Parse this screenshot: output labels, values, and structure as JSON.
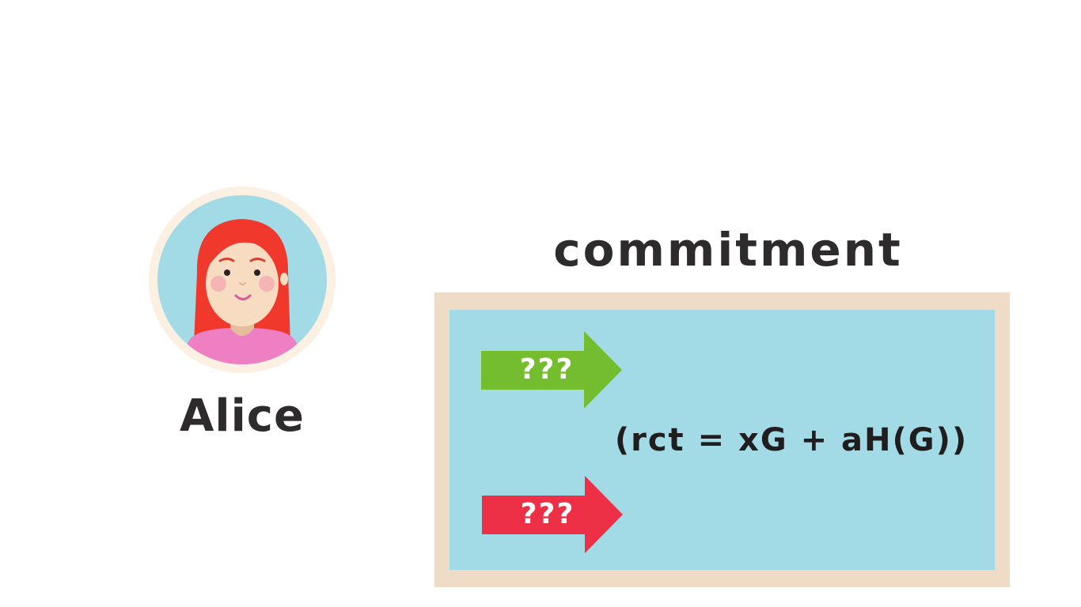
{
  "person": {
    "name": "Alice",
    "avatar_icon": "woman-red-hair-avatar-icon"
  },
  "commitment": {
    "title": "commitment",
    "formula": "(rct = xG + aH(G))",
    "arrows": [
      {
        "label": "???",
        "color": "#74bd2f",
        "icon": "arrow-right-icon"
      },
      {
        "label": "???",
        "color": "#ee3047",
        "icon": "arrow-right-icon"
      }
    ]
  },
  "colors": {
    "avatar_bg": "#a2dbe5",
    "avatar_ring": "#fbf0e1",
    "hair": "#f0382c",
    "skin": "#f7dcc1",
    "shirt": "#ee7fc2",
    "box_border": "#efdcc7",
    "box_fill": "#a2dbe5",
    "text_dark": "#2e2b2c"
  }
}
